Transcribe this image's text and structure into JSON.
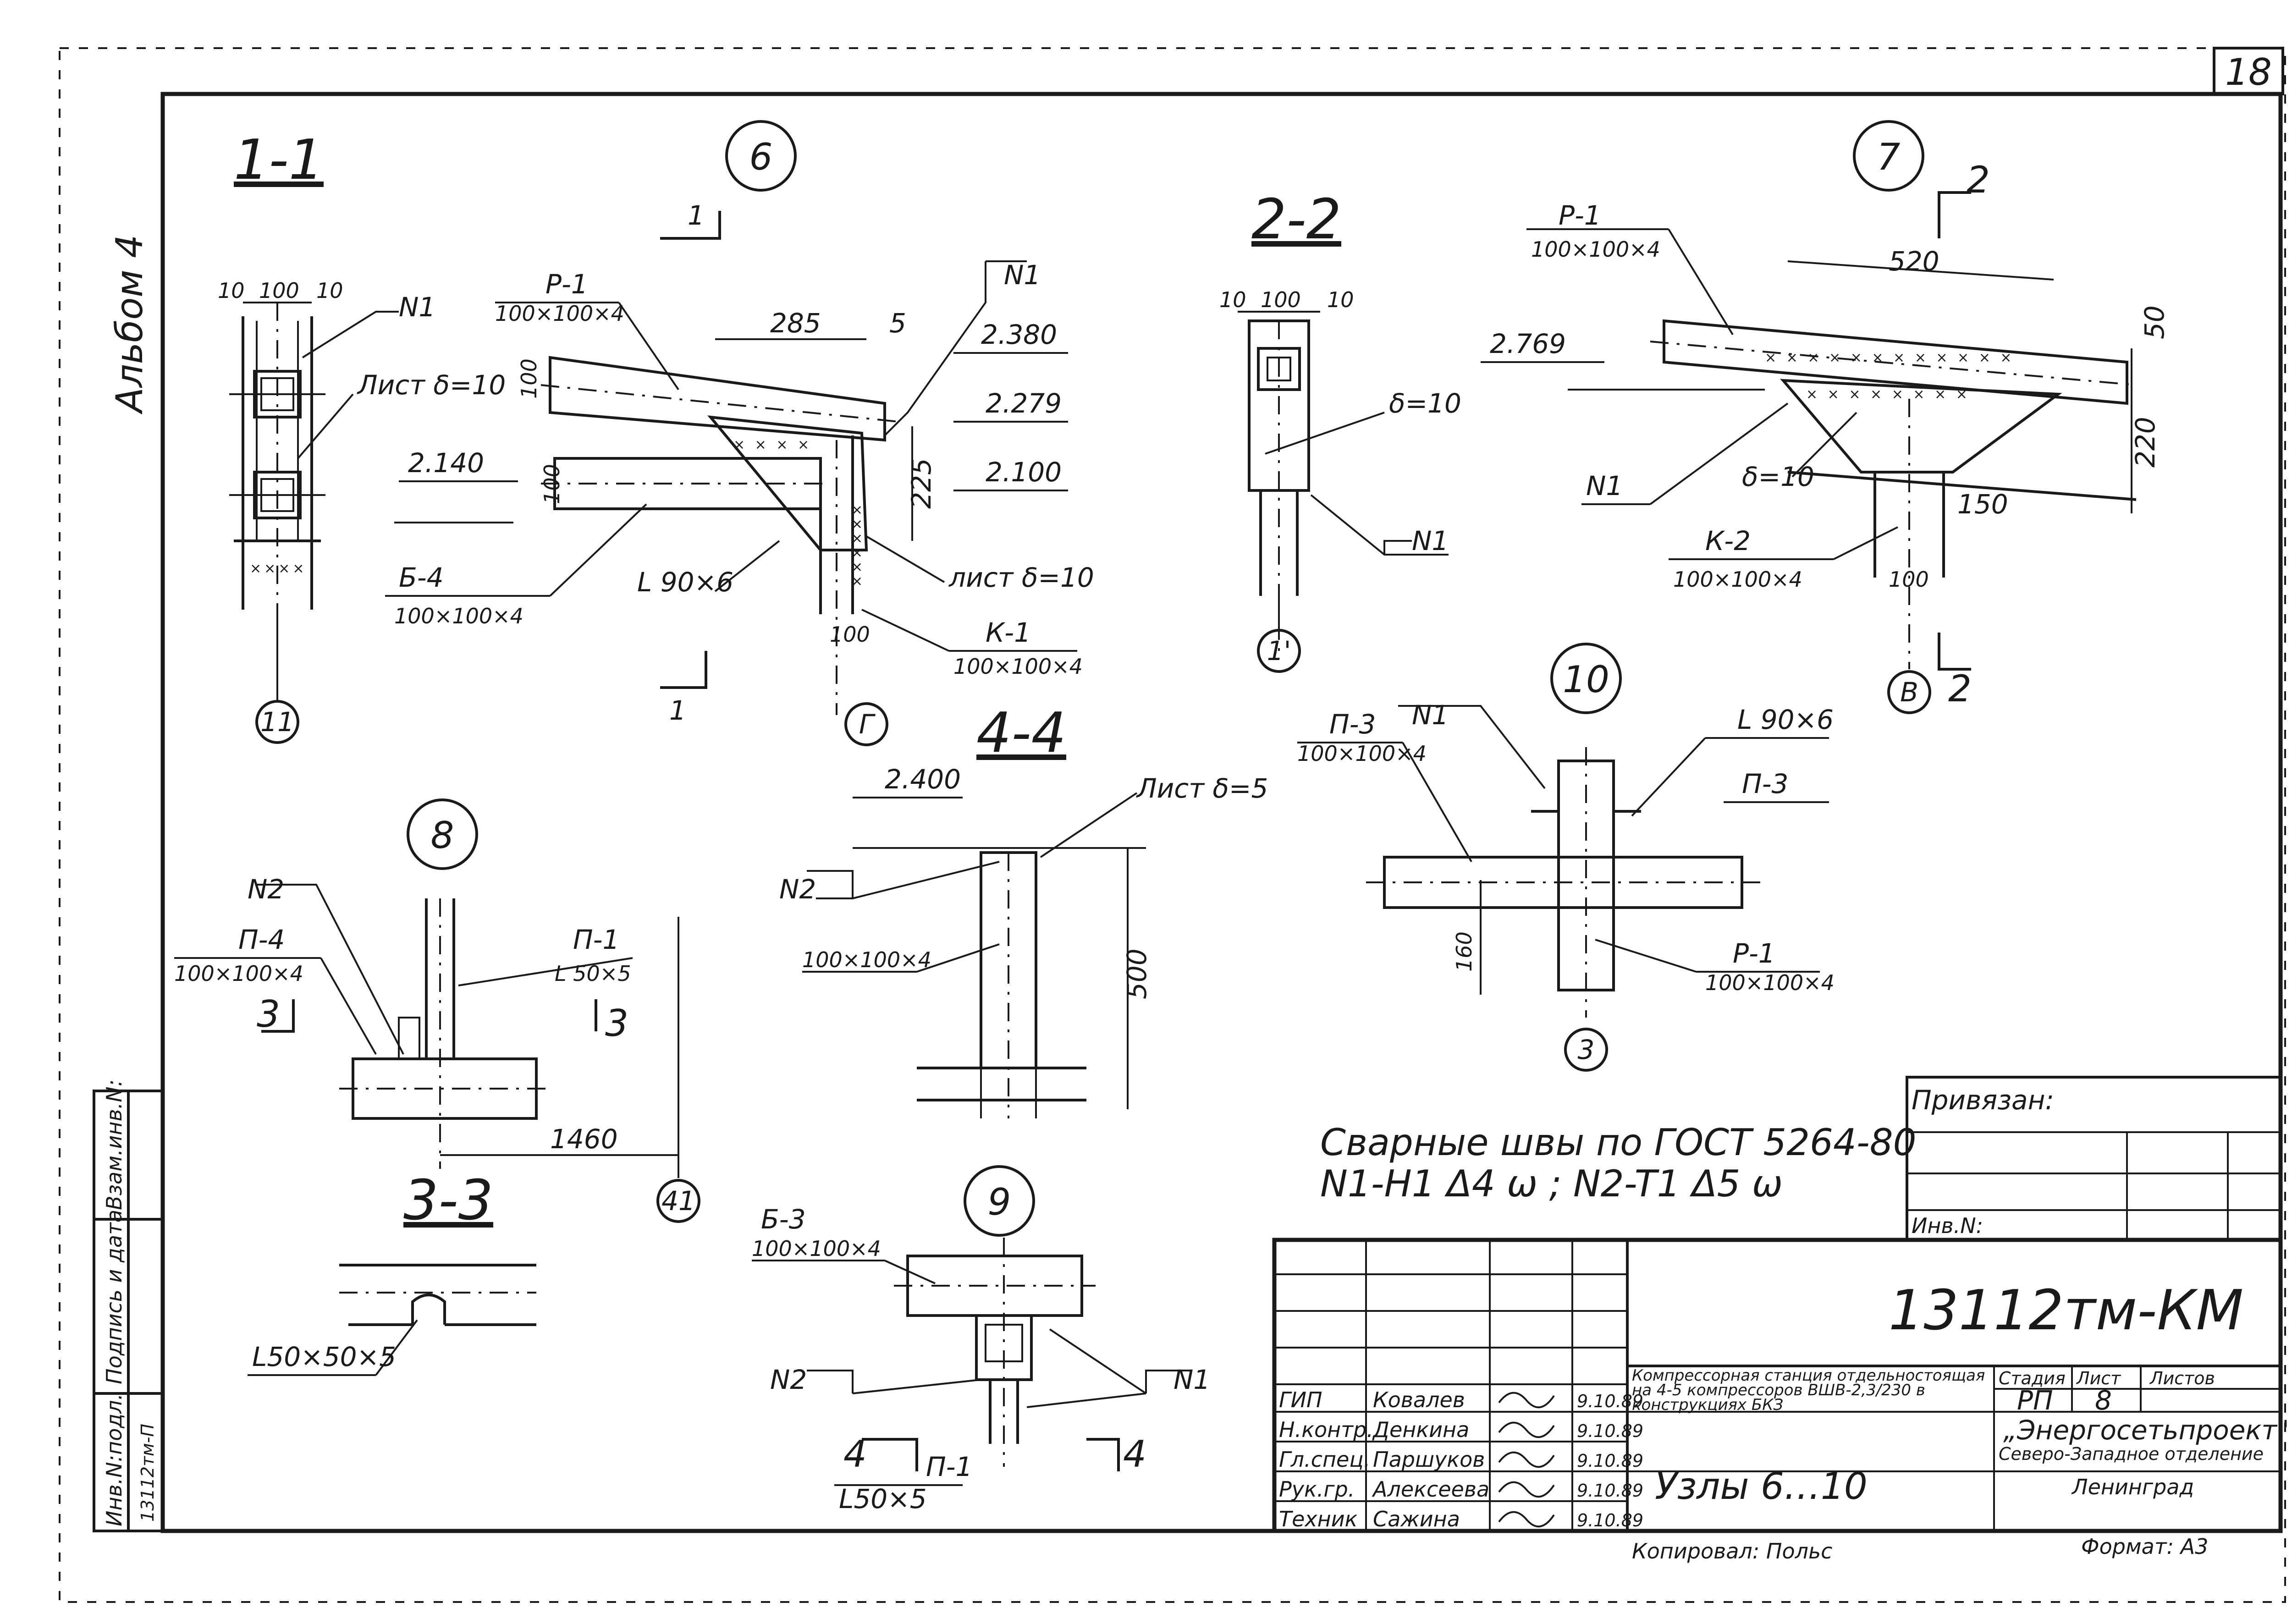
{
  "sheet": {
    "number": "18",
    "album": "Альбом 4",
    "welding_note_1": "Сварные швы по ГОСТ 5264-80",
    "welding_note_2": "N1-H1 Δ4 ω ; N2-T1 Δ5 ω"
  },
  "sections": {
    "s11": {
      "title": "1-1",
      "d1": "10",
      "d2": "100",
      "d3": "10",
      "n1": "N1",
      "plate": "Лист δ=10",
      "axis": "11"
    },
    "node6": {
      "num": "6",
      "cut": "1",
      "p1": "Р-1",
      "p1_size": "100×100×4",
      "d285": "285",
      "d5": "5",
      "d100": "100",
      "n1": "N1",
      "e2380": "2.380",
      "e2279": "2.279",
      "e2100": "2.100",
      "e2140": "2.140",
      "d225": "225",
      "d100b": "100",
      "b4": "Б-4",
      "b4_size": "100×100×4",
      "angle": "L 90×6",
      "plate": "лист δ=10",
      "k1": "К-1",
      "k1_size": "100×100×4",
      "d100c": "100",
      "axis": "Г"
    },
    "s22": {
      "title": "2-2",
      "d1": "10",
      "d2": "100",
      "d3": "10",
      "delta": "δ=10",
      "n1": "N1",
      "axis": "1'"
    },
    "node7": {
      "num": "7",
      "cut": "2",
      "p1": "Р-1",
      "p1_size": "100×100×4",
      "d520": "520",
      "d50": "50",
      "e2769": "2.769",
      "n1": "N1",
      "delta": "δ=10",
      "d220": "220",
      "d150": "150",
      "k2": "К-2",
      "k2_size": "100×100×4",
      "d100": "100",
      "axis": "В"
    },
    "node10": {
      "num": "10",
      "p3": "П-3",
      "p3_size": "100×100×4",
      "n1": "N1",
      "angle": "L 90×6",
      "p3b": "П-3",
      "d160": "160",
      "r1": "Р-1",
      "r1_size": "100×100×4",
      "axis": "3"
    },
    "node8": {
      "num": "8",
      "n2": "N2",
      "p4": "П-4",
      "p4_size": "100×100×4",
      "p1": "П-1",
      "p1_size": "L 50×5",
      "cut": "3",
      "d1460": "1460",
      "axis": "41"
    },
    "s44": {
      "title": "4-4",
      "e2400": "2.400",
      "plate": "Лист δ=5",
      "n2": "N2",
      "size": "100×100×4",
      "d500": "500"
    },
    "s33": {
      "title": "3-3",
      "angle": "L50×50×5"
    },
    "node9": {
      "num": "9",
      "b3": "Б-3",
      "b3_size": "100×100×4",
      "n2": "N2",
      "n1": "N1",
      "cut": "4",
      "p1": "П-1",
      "p1_size": "L50×5"
    }
  },
  "side_stamp": {
    "col1": "Взам.инв.N:",
    "col2": "Подпись и дата",
    "col3": "Инв.N:подл.",
    "col3_val": "13112тм-П"
  },
  "privyazan": {
    "label": "Привязан:",
    "inv": "Инв.N:"
  },
  "title_block": {
    "code": "13112тм-КМ",
    "project": "Компрессорная станция отдельностоящая на 4-5 компрессоров ВШВ-2,3/230 в конструкциях БКЗ",
    "sheet_title": "Узлы 6…10",
    "stage_h": "Стадия",
    "sheet_h": "Лист",
    "sheets_h": "Листов",
    "stage": "РП",
    "sheet_no": "8",
    "sheets": "",
    "org1": "„Энергосетьпроект\"",
    "org2": "Северо-Западное отделение",
    "org3": "Ленинград",
    "copied": "Копировал: Польс",
    "format": "Формат: А3",
    "signers": [
      {
        "role": "ГИП",
        "name": "Ковалев",
        "date": "9.10.89"
      },
      {
        "role": "Н.контр.",
        "name": "Денкина",
        "date": "9.10.89"
      },
      {
        "role": "Гл.спец.",
        "name": "Паршуков",
        "date": "9.10.89"
      },
      {
        "role": "Рук.гр.",
        "name": "Алексеева",
        "date": "9.10.89"
      },
      {
        "role": "Техник",
        "name": "Сажина",
        "date": "9.10.89"
      }
    ]
  }
}
